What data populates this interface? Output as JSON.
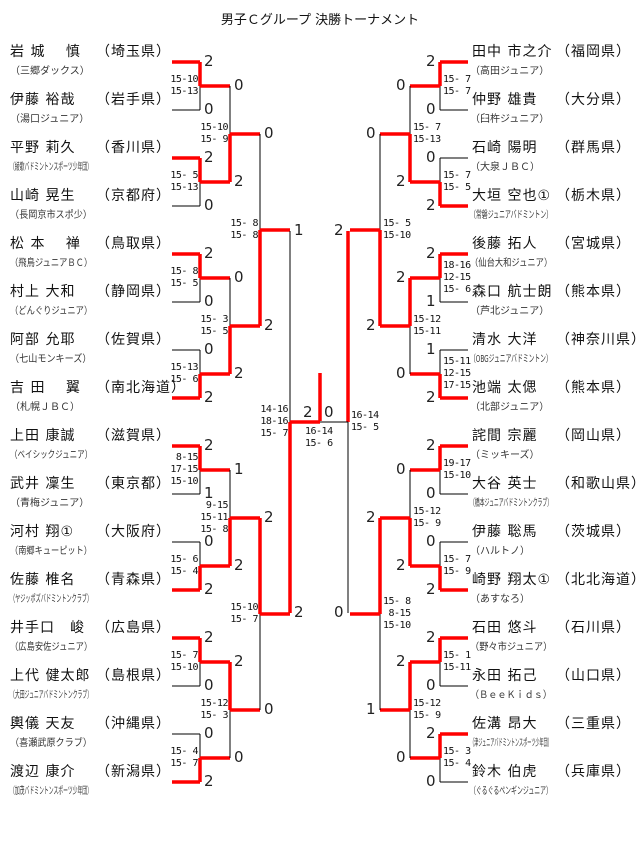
{
  "title": "男子Ｃグループ 決勝トーナメント",
  "colors": {
    "winner_line": "#ff0000",
    "line": "#000000"
  },
  "players": {
    "left": [
      {
        "name": "岩 城　 慎",
        "pref": "（埼玉県）",
        "club": "（三郷ダックス）"
      },
      {
        "name": "伊藤 裕哉",
        "pref": "（岩手県）",
        "club": "（湯口ジュニア）"
      },
      {
        "name": "平野 莉久",
        "pref": "（香川県）",
        "club": "（綾歌バドミントンスポーツ少年団）"
      },
      {
        "name": "山崎 晃生",
        "pref": "（京都府）",
        "club": "（長岡京市スポ少）"
      },
      {
        "name": "松 本　 禅",
        "pref": "（鳥取県）",
        "club": "（飛鳥ジュニアＢＣ）"
      },
      {
        "name": "村上 大和",
        "pref": "（静岡県）",
        "club": "（どんぐりジュニア）"
      },
      {
        "name": "阿部 允耶",
        "pref": "（佐賀県）",
        "club": "（七山モンキーズ）"
      },
      {
        "name": "吉 田　 翼",
        "pref": "（南北海道）",
        "club": "（札幌ＪＢＣ）"
      },
      {
        "name": "上田 康誠",
        "pref": "（滋賀県）",
        "club": "（ベイシックジュニア）"
      },
      {
        "name": "武井 凜生",
        "pref": "（東京都）",
        "club": "（青梅ジュニア）"
      },
      {
        "name": "河村 翔①",
        "pref": "（大阪府）",
        "club": "（南郷キューピット）"
      },
      {
        "name": "佐藤 椎名",
        "pref": "（青森県）",
        "club": "（ヤジッポズバドミントンクラブ）"
      },
      {
        "name": "井手口　峻",
        "pref": "（広島県）",
        "club": "（広島安佐ジュニア）"
      },
      {
        "name": "上代 健太郎",
        "pref": "（島根県）",
        "club": "（大田ジュニアバドミントンクラブ）"
      },
      {
        "name": "輿儀 天友",
        "pref": "（沖縄県）",
        "club": "（喜瀬武原クラブ）"
      },
      {
        "name": "渡辺 康介",
        "pref": "（新潟県）",
        "club": "（加茂バドミントンスポーツ少年団）"
      }
    ],
    "right": [
      {
        "name": "田中 市之介",
        "pref": "（福岡県）",
        "club": "（高田ジュニア）"
      },
      {
        "name": "仲野 雄貴",
        "pref": "（大分県）",
        "club": "（臼杵ジュニア）"
      },
      {
        "name": "石崎 陽明",
        "pref": "（群馬県）",
        "club": "（大泉ＪＢＣ）"
      },
      {
        "name": "大垣 空也①",
        "pref": "（栃木県）",
        "club": "（常磐ジュニアバドミントン）"
      },
      {
        "name": "後藤 拓人",
        "pref": "（宮城県）",
        "club": "（仙台大和ジュニア）"
      },
      {
        "name": "森口 航士朗",
        "pref": "（熊本県）",
        "club": "（芦北ジュニア）"
      },
      {
        "name": "清水 大洋",
        "pref": "（神奈川県）",
        "club": "（OBGジュニアバドミントン）"
      },
      {
        "name": "池端 太偲",
        "pref": "（熊本県）",
        "club": "（北部ジュニア）"
      },
      {
        "name": "詫間 宗麗",
        "pref": "（岡山県）",
        "club": "（ミッキーズ）"
      },
      {
        "name": "大谷 英士",
        "pref": "（和歌山県）",
        "club": "（橋本ジュニアバドミントンクラブ）"
      },
      {
        "name": "伊藤 聡馬",
        "pref": "（茨城県）",
        "club": "（ハルトノ）"
      },
      {
        "name": "崎野 翔太①",
        "pref": "（北北海道）",
        "club": "（あすなろ）"
      },
      {
        "name": "石田 悠斗",
        "pref": "（石川県）",
        "club": "（野々市ジュニア）"
      },
      {
        "name": "永田 拓己",
        "pref": "（山口県）",
        "club": "（ＢｅｅＫｉｄｓ）"
      },
      {
        "name": "佐溝 昂大",
        "pref": "（三重県）",
        "club": "（津ジュニアバドミントンスポーツ少年団）"
      },
      {
        "name": "鈴木 伯虎",
        "pref": "（兵庫県）",
        "club": "（ぐるぐるペンギンジュニア）"
      }
    ]
  },
  "matches": {
    "L1a": {
      "top": "2",
      "bottom": "0",
      "sets": [
        "15-10",
        "15-13"
      ]
    },
    "L1b": {
      "top": "2",
      "bottom": "0",
      "sets": [
        "15- 5",
        "15-13"
      ]
    },
    "L1c": {
      "top": "2",
      "bottom": "0",
      "sets": [
        "15- 8",
        "15- 5"
      ]
    },
    "L1d": {
      "top": "0",
      "bottom": "2",
      "sets": [
        "15-13",
        "15- 6"
      ]
    },
    "L1e": {
      "top": "2",
      "bottom": "1",
      "sets": [
        " 8-15",
        "17-15",
        "15-10"
      ]
    },
    "L1f": {
      "top": "0",
      "bottom": "2",
      "sets": [
        "15- 6",
        "15- 4"
      ]
    },
    "L1g": {
      "top": "2",
      "bottom": "0",
      "sets": [
        "15- 7",
        "15-10"
      ]
    },
    "L1h": {
      "top": "0",
      "bottom": "2",
      "sets": [
        "15- 4",
        "15- 7"
      ]
    },
    "L2a": {
      "top": "0",
      "bottom": "2",
      "sets": [
        "15-10",
        "15- 9"
      ]
    },
    "L2b": {
      "top": "0",
      "bottom": "2",
      "sets": [
        "15- 3",
        "15- 5"
      ]
    },
    "L2c": {
      "top": "1",
      "bottom": "2",
      "sets": [
        " 9-15",
        "15-11",
        "15- 8"
      ]
    },
    "L2d": {
      "top": "2",
      "bottom": "0",
      "sets": [
        "15-12",
        "15- 3"
      ]
    },
    "L3a": {
      "top": "0",
      "bottom": "2",
      "sets": [
        "15- 8",
        "15- 8"
      ]
    },
    "L3b": {
      "top": "2",
      "bottom": "0",
      "sets": [
        "15-10",
        "15- 7"
      ]
    },
    "L4": {
      "top": "1",
      "bottom": "2",
      "sets": [
        "14-16",
        "18-16",
        "15- 7"
      ]
    },
    "R1a": {
      "top": "2",
      "bottom": "0",
      "sets": [
        "15- 7",
        "15- 7"
      ]
    },
    "R1b": {
      "top": "0",
      "bottom": "2",
      "sets": [
        "15- 7",
        "15- 5"
      ]
    },
    "R1c": {
      "top": "2",
      "bottom": "1",
      "sets": [
        "18-16",
        "12-15",
        "15- 6"
      ]
    },
    "R1d": {
      "top": "1",
      "bottom": "2",
      "sets": [
        "15-11",
        "12-15",
        "17-15"
      ]
    },
    "R1e": {
      "top": "2",
      "bottom": "0",
      "sets": [
        "19-17",
        "15-10"
      ]
    },
    "R1f": {
      "top": "0",
      "bottom": "2",
      "sets": [
        "15- 7",
        "15- 9"
      ]
    },
    "R1g": {
      "top": "2",
      "bottom": "0",
      "sets": [
        "15- 1",
        "15-11"
      ]
    },
    "R1h": {
      "top": "2",
      "bottom": "0",
      "sets": [
        "15- 3",
        "15- 4"
      ]
    },
    "R2a": {
      "top": "0",
      "bottom": "2",
      "sets": [
        "15- 7",
        "15-13"
      ]
    },
    "R2b": {
      "top": "2",
      "bottom": "0",
      "sets": [
        "15-12",
        "15-11"
      ]
    },
    "R2c": {
      "top": "0",
      "bottom": "2",
      "sets": [
        "15-12",
        "15- 9"
      ]
    },
    "R2d": {
      "top": "2",
      "bottom": "0",
      "sets": [
        "15-12",
        "15- 9"
      ]
    },
    "R3a": {
      "top": "0",
      "bottom": "2",
      "sets": [
        "15- 5",
        "15-10"
      ]
    },
    "R3b": {
      "top": "2",
      "bottom": "1",
      "sets": [
        "15- 8",
        " 8-15",
        "15-10"
      ]
    },
    "R4": {
      "top": "2",
      "bottom": "0",
      "sets": [
        "16-14",
        "15- 5"
      ]
    },
    "final": {
      "left": "2",
      "right": "0",
      "sets": [
        "16-14",
        "15- 6"
      ]
    }
  }
}
